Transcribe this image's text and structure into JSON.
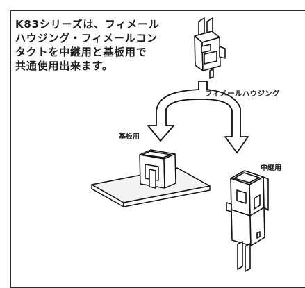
{
  "document": {
    "intro_text": "K83シリーズは、フィメール\nハウジング・フィメールコン\nタクトを中継用と基板用で\n共通使用出来ます。",
    "labels": {
      "female_housing": "フィメールハウジング",
      "board_use": "基板用",
      "relay_use": "中継用"
    },
    "colors": {
      "line": "#111111",
      "board": "#f2f2f2",
      "background": "#ffffff"
    }
  }
}
